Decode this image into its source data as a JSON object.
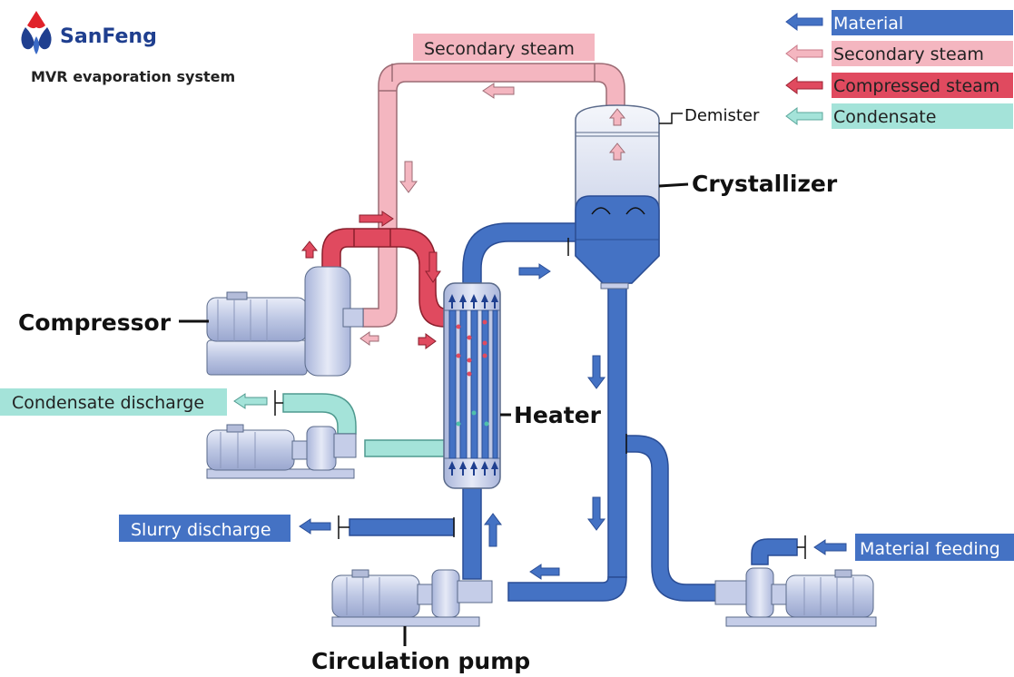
{
  "brand": {
    "name": "SanFeng",
    "subtitle": "MVR evaporation system"
  },
  "legend": [
    {
      "label": "Material",
      "color": "#4472c4",
      "text_color": "#ffffff"
    },
    {
      "label": "Secondary steam",
      "color": "#f4b6c0",
      "text_color": "#222222"
    },
    {
      "label": "Compressed steam",
      "color": "#e04a5f",
      "text_color": "#222222"
    },
    {
      "label": "Condensate",
      "color": "#a4e3d9",
      "text_color": "#222222"
    }
  ],
  "labels": {
    "secondary_steam": "Secondary steam",
    "demister": "Demister",
    "crystallizer": "Crystallizer",
    "compressor": "Compressor",
    "heater": "Heater",
    "condensate_discharge": "Condensate discharge",
    "slurry_discharge": "Slurry discharge",
    "material_feeding": "Material feeding",
    "circulation_pump": "Circulation pump"
  },
  "colors": {
    "material": "#4472c4",
    "material_dark": "#2f55a8",
    "secondary_steam": "#f4b6c0",
    "compressed_steam": "#e04a5f",
    "condensate": "#a4e3d9",
    "equipment_fill": "#c5cde8",
    "equipment_stroke": "#5a6a8a"
  }
}
